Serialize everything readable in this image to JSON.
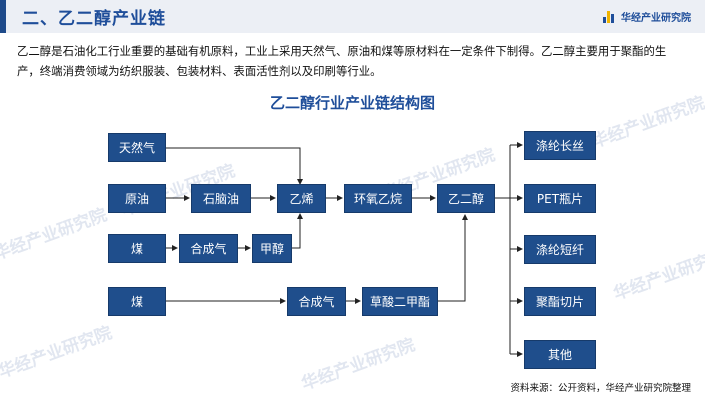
{
  "header": {
    "title": "二、乙二醇产业链",
    "brand": "华经产业研究院"
  },
  "intro": "乙二醇是石油化工行业重要的基础有机原料，工业上采用天然气、原油和煤等原材料在一定条件下制得。乙二醇主要用于聚酯的生产，终端消费领域为纺织服装、包装材料、表面活性剂以及印刷等行业。",
  "diagram": {
    "title": "乙二醇行业产业链结构图",
    "nodes": {
      "natural_gas": "天然气",
      "crude_oil": "原油",
      "naphtha": "石脑油",
      "ethylene": "乙烯",
      "ethylene_oxide": "环氧乙烷",
      "ethylene_glycol": "乙二醇",
      "coal_1": "煤",
      "syngas_1": "合成气",
      "methanol": "甲醇",
      "coal_2": "煤",
      "syngas_2": "合成气",
      "dimethyl_oxalate": "草酸二甲酯",
      "polyester_filament": "涤纶长丝",
      "pet_chips": "PET瓶片",
      "polyester_staple": "涤纶短纤",
      "polyester_chips": "聚酯切片",
      "others": "其他"
    }
  },
  "watermark": "华经产业研究院",
  "source": "资料来源：公开资料，华经产业研究院整理",
  "colors": {
    "node": "#1f4e8c",
    "accent": "#1f4e9a"
  }
}
